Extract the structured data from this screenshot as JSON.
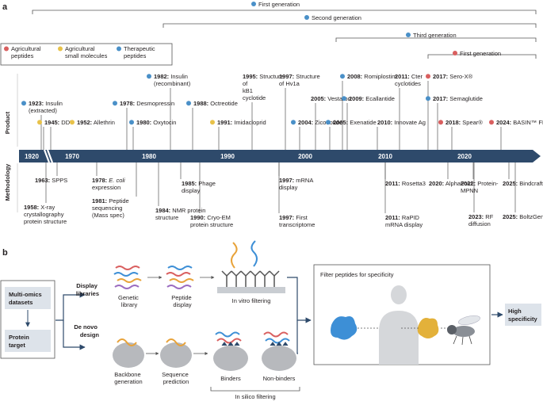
{
  "panel_a": {
    "label": "a",
    "generations": [
      {
        "label": "First generation",
        "color": "#4a90c8"
      },
      {
        "label": "Second generation",
        "color": "#4a90c8"
      },
      {
        "label": "Third generation",
        "color": "#4a90c8"
      },
      {
        "label": "First generation",
        "color": "#d95f5f"
      }
    ],
    "legend": [
      {
        "label": "Agricultural|peptides",
        "color": "#d95f5f"
      },
      {
        "label": "Agricultural|small molecules",
        "color": "#e8c24a"
      },
      {
        "label": "Therapeutic|peptides",
        "color": "#4a90c8"
      }
    ],
    "row_labels": {
      "product": "Product",
      "methodology": "Methodology"
    },
    "axis_years": [
      "1920",
      "1970",
      "1980",
      "1990",
      "2000",
      "2010",
      "2020"
    ],
    "products": [
      {
        "year": "1923:",
        "text": "Insulin|(extracted)",
        "color": "#4a90c8"
      },
      {
        "year": "1945:",
        "text": "DDT",
        "color": "#e8c24a"
      },
      {
        "year": "1952:",
        "text": "Allethrin",
        "color": "#e8c24a"
      },
      {
        "year": "1978:",
        "text": "Desmopressin",
        "color": "#4a90c8"
      },
      {
        "year": "1980:",
        "text": "Oxytocin",
        "color": "#4a90c8"
      },
      {
        "year": "1982:",
        "text": "Insulin|(recombinant)",
        "color": "#4a90c8"
      },
      {
        "year": "1988:",
        "text": "Octreotide",
        "color": "#4a90c8"
      },
      {
        "year": "1991:",
        "text": "Imidacloprid",
        "color": "#e8c24a"
      },
      {
        "year": "1995:",
        "text": "Structure|of|kB1|cyclotide",
        "color": ""
      },
      {
        "year": "1997:",
        "text": "Structure|of Hv1a",
        "color": ""
      },
      {
        "year": "2004:",
        "text": "Ziconotide",
        "color": "#4a90c8"
      },
      {
        "year": "2005:",
        "text": "Vestaron",
        "color": ""
      },
      {
        "year": "2005:",
        "text": "Exenatide",
        "color": "#4a90c8"
      },
      {
        "year": "2008:",
        "text": "Romiplostim",
        "color": "#4a90c8"
      },
      {
        "year": "2009:",
        "text": "Ecallantide",
        "color": "#4a90c8"
      },
      {
        "year": "2010:",
        "text": "Innovate Ag",
        "color": ""
      },
      {
        "year": "2011:",
        "text": "Cter|cyclotides",
        "color": ""
      },
      {
        "year": "2017:",
        "text": "Sero-X®",
        "color": "#d95f5f"
      },
      {
        "year": "2017:",
        "text": "Semaglutide",
        "color": "#4a90c8"
      },
      {
        "year": "2018:",
        "text": "Spear®",
        "color": "#d95f5f"
      },
      {
        "year": "2024:",
        "text": "BASIN™ FLEX",
        "color": "#d95f5f"
      }
    ],
    "methods": [
      {
        "year": "1963:",
        "text": "SPPS"
      },
      {
        "year": "1958:",
        "text": "X-ray|crystallography|protein structure"
      },
      {
        "year": "1978:",
        "text": "E. coli|expression"
      },
      {
        "year": "1981:",
        "text": "Peptide|sequencing|(Mass spec)"
      },
      {
        "year": "1984:",
        "text": "NMR protein|structure"
      },
      {
        "year": "1985:",
        "text": "Phage|display"
      },
      {
        "year": "1990:",
        "text": "Cryo-EM|protein structure"
      },
      {
        "year": "1997:",
        "text": "mRNA|display"
      },
      {
        "year": "1997:",
        "text": "First|transcriptome"
      },
      {
        "year": "2011:",
        "text": "Rosetta3"
      },
      {
        "year": "2011:",
        "text": "RaPID|mRNA display"
      },
      {
        "year": "2020:",
        "text": "AlphaFold"
      },
      {
        "year": "2022:",
        "text": "Protein-|MPNN"
      },
      {
        "year": "2023:",
        "text": "RF|diffusion"
      },
      {
        "year": "2025:",
        "text": "Bindcraft"
      },
      {
        "year": "2025:",
        "text": "BoltzGen"
      }
    ]
  },
  "panel_b": {
    "label": "b",
    "multi_omics": "Multi-omics|datasets",
    "protein_target": "Protein|target",
    "display_libraries": "Display|libraries",
    "de_novo_design": "De novo|design",
    "genetic_library": "Genetic|library",
    "peptide_display": "Peptide|display",
    "in_vitro_filtering": "In vitro filtering",
    "backbone_generation": "Backbone|generation",
    "sequence_prediction": "Sequence|prediction",
    "binders": "Binders",
    "non_binders": "Non-binders",
    "in_silico_filtering": "In silico filtering",
    "filter_specificity": "Filter peptides for specificity",
    "high_specificity": "High|specificity"
  },
  "colors": {
    "axis": "#2e4a6b",
    "box": "#dde3ea",
    "blob": "#b7b9bd",
    "target_blue": "#3d8fd6",
    "target_gold": "#e3b13a",
    "gray_line": "#555555"
  }
}
